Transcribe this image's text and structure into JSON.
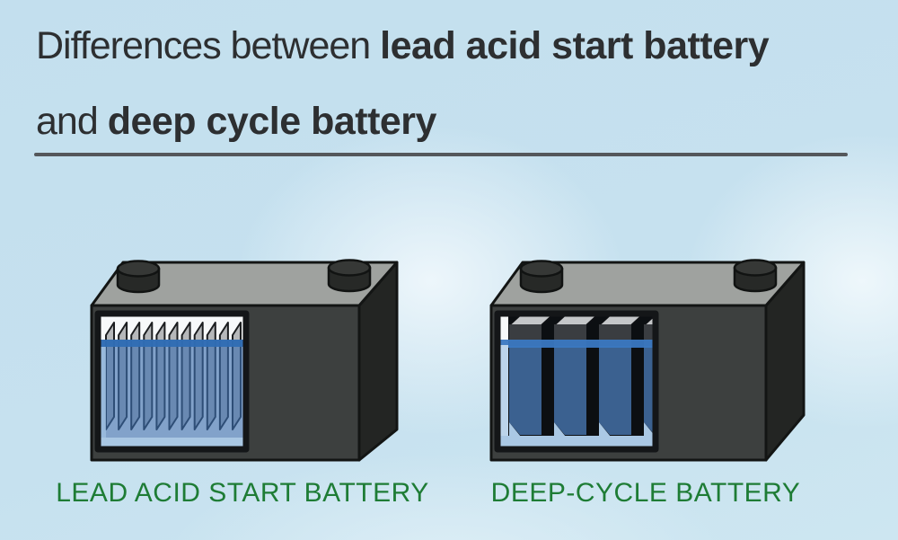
{
  "title": {
    "line1": {
      "regular": "Differences between ",
      "bold": "lead acid start battery"
    },
    "line2": {
      "regular": "and ",
      "bold": "deep cycle battery"
    }
  },
  "figures": [
    {
      "id": "lead-acid-start-battery",
      "label": "LEAD ACID START BATTERY",
      "plate_style": "many thin plates",
      "plate_count": 11
    },
    {
      "id": "deep-cycle-battery",
      "label": "DEEP-CYCLE BATTERY",
      "plate_style": "few thick plates",
      "plate_count": 4
    }
  ],
  "colors": {
    "background": "#c6e1ef",
    "title_text": "#2d2f31",
    "divider": "#54575b",
    "caption_green": "#1e7c35",
    "battery_case_front": "#3d403f",
    "battery_case_top": "#9fa29f",
    "battery_case_side": "#232523",
    "terminal": "#272927",
    "electrolyte_surface_blue": "#2f6db4",
    "plate_gray": "#b6b8ba",
    "submerged_plate_blue": "#3b6190",
    "electrolyte_light_blue": "#aac8e4"
  }
}
